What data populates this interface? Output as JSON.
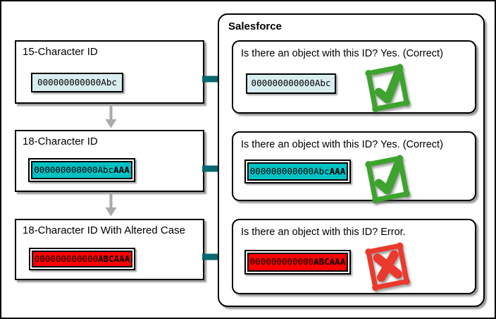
{
  "salesforce": {
    "label": "Salesforce"
  },
  "rows": [
    {
      "left": {
        "title": "15-Character ID",
        "code_normal": "000000000000Abc",
        "code_bold": ""
      },
      "right": {
        "question": "Is there an object with this ID? Yes. (Correct)",
        "code_normal": "000000000000Abc",
        "code_bold": "",
        "icon": "check"
      }
    },
    {
      "left": {
        "title": "18-Character ID",
        "code_normal": "000000000000Abc",
        "code_bold": "AAA"
      },
      "right": {
        "question": "Is there an object with this ID? Yes. (Correct)",
        "code_normal": "000000000000Abc",
        "code_bold": "AAA",
        "icon": "check"
      }
    },
    {
      "left": {
        "title": "18-Character ID With Altered Case",
        "code_normal": "000000000000",
        "code_bold": "ABCAAA"
      },
      "right": {
        "question": "Is there an object with this ID? Error.",
        "code_normal": "000000000000",
        "code_bold": "ABCAAA",
        "icon": "cross"
      }
    }
  ],
  "colors": {
    "cyan_fill": "#D8EDEF",
    "teal_fill": "#00C2C4",
    "red_fill": "#FE0000",
    "arrow_teal": "#07696F",
    "arrow_gray": "#AAAAAA",
    "check_green": "#3DA32E",
    "cross_red": "#E93A2C"
  }
}
